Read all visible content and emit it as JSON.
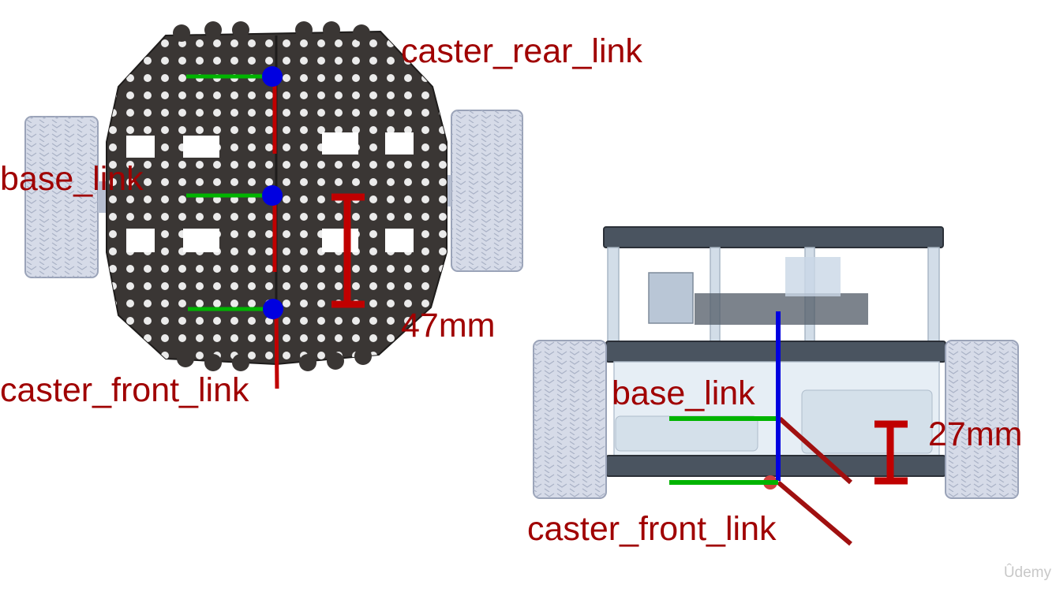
{
  "colors": {
    "label": "#a00000",
    "x_axis": "#c00000",
    "y_axis": "#00b400",
    "z_axis": "#0000e0",
    "plate": "#3a3634",
    "wheel": "#c8cfe0",
    "dim_marker": "#c00000"
  },
  "top_view": {
    "labels": {
      "caster_rear": "caster_rear_link",
      "base": "base_link",
      "caster_front": "caster_front_link",
      "dimension": "47mm"
    }
  },
  "side_view": {
    "labels": {
      "base": "base_link",
      "caster_front": "caster_front_link",
      "dimension": "27mm"
    }
  },
  "watermark": "Ûdemy"
}
